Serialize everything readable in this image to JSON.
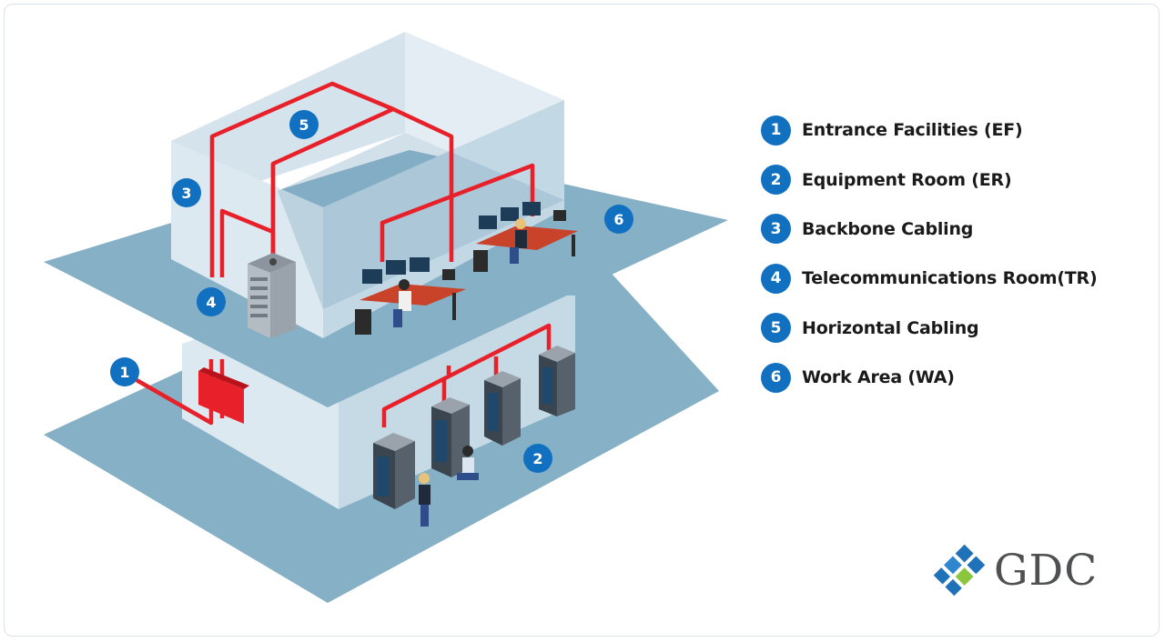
{
  "legend": [
    {
      "number": "1",
      "label": "Entrance Facilities (EF)"
    },
    {
      "number": "2",
      "label": "Equipment Room (ER)"
    },
    {
      "number": "3",
      "label": "Backbone Cabling"
    },
    {
      "number": "4",
      "label": "Telecommunications Room(TR)"
    },
    {
      "number": "5",
      "label": "Horizontal Cabling"
    },
    {
      "number": "6",
      "label": "Work Area (WA)"
    }
  ],
  "markers": [
    "1",
    "2",
    "3",
    "4",
    "5",
    "6"
  ],
  "brand": {
    "name": "GDC"
  },
  "colors": {
    "cable": "#e8202a",
    "marker": "#1170c0",
    "floor": "#85b0c6",
    "wall_light": "#dde9f0",
    "wall_mid": "#c6dae6",
    "logo_blue": "#1f72b8",
    "logo_green": "#8cc63f"
  },
  "icons": [
    "server-rack-icon",
    "workstation-desk-icon",
    "technician-icon",
    "network-panel-icon",
    "gdc-logo-icon"
  ]
}
